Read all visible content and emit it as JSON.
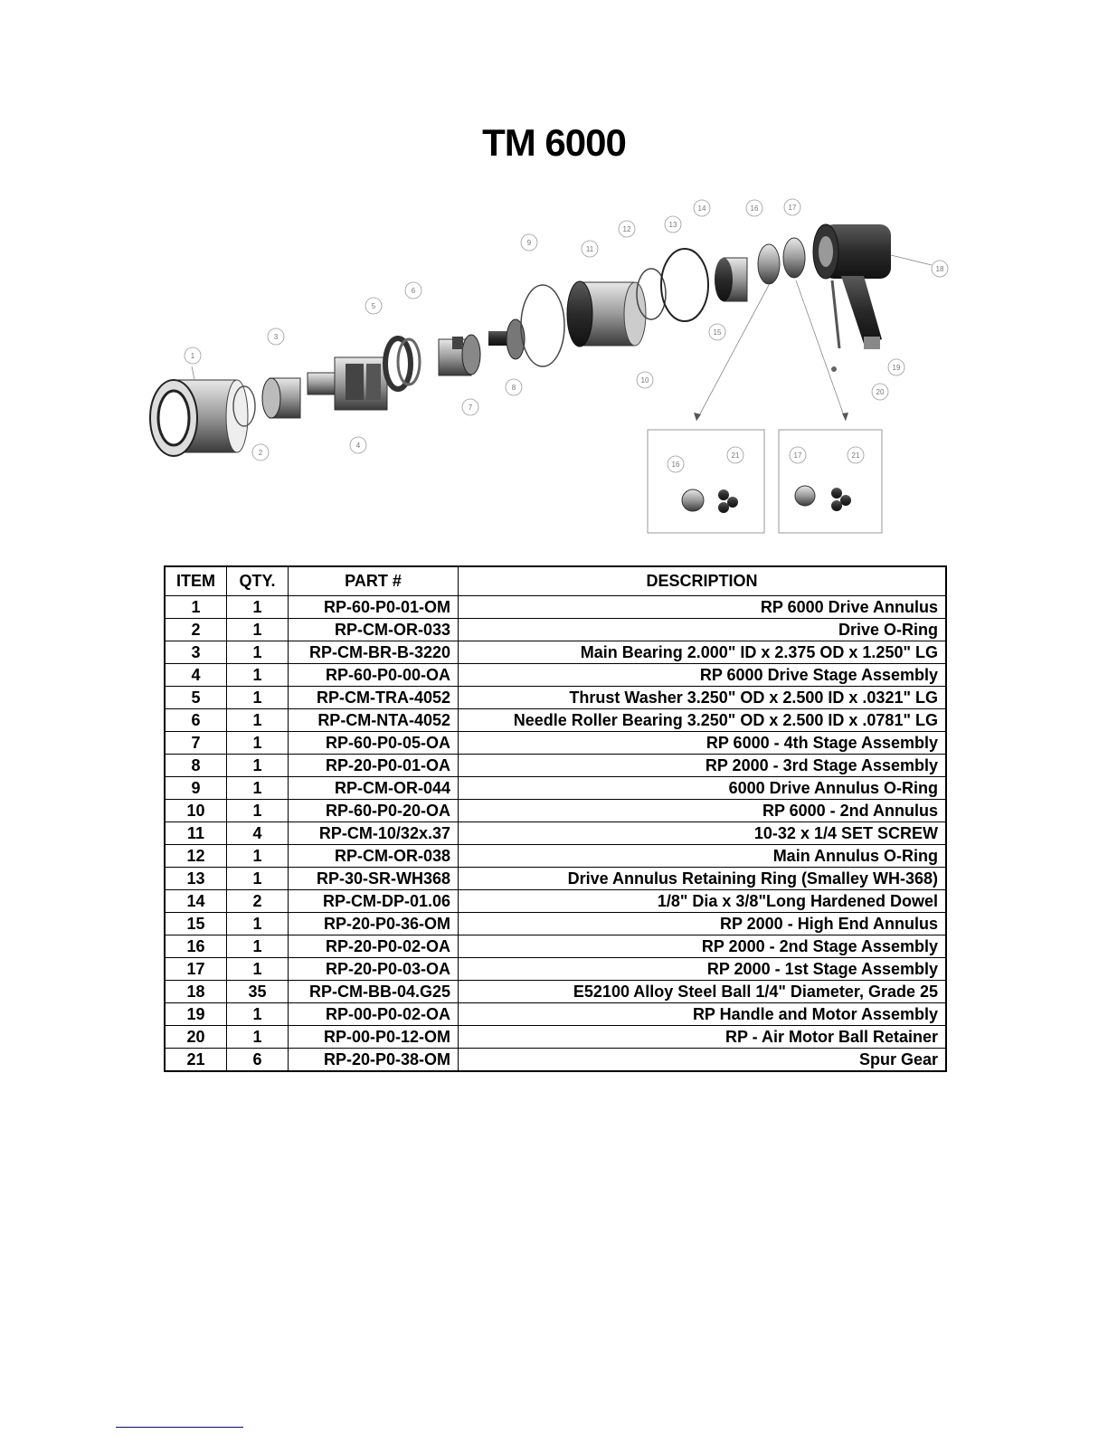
{
  "document": {
    "title": "TM 6000"
  },
  "diagram": {
    "callouts": [
      {
        "label": "1"
      },
      {
        "label": "2"
      },
      {
        "label": "3"
      },
      {
        "label": "4"
      },
      {
        "label": "5"
      },
      {
        "label": "6"
      },
      {
        "label": "7"
      },
      {
        "label": "8"
      },
      {
        "label": "9"
      },
      {
        "label": "10"
      },
      {
        "label": "11"
      },
      {
        "label": "12"
      },
      {
        "label": "13"
      },
      {
        "label": "14"
      },
      {
        "label": "15"
      },
      {
        "label": "16"
      },
      {
        "label": "17"
      },
      {
        "label": "18"
      },
      {
        "label": "19"
      },
      {
        "label": "20"
      },
      {
        "label": "16"
      },
      {
        "label": "21"
      },
      {
        "label": "17"
      },
      {
        "label": "21"
      }
    ]
  },
  "table": {
    "headers": {
      "item": "ITEM",
      "qty": "QTY.",
      "part": "PART #",
      "description": "DESCRIPTION"
    },
    "rows": [
      {
        "item": "1",
        "qty": "1",
        "part": "RP-60-P0-01-OM",
        "description": "RP 6000 Drive Annulus"
      },
      {
        "item": "2",
        "qty": "1",
        "part": "RP-CM-OR-033",
        "description": "Drive O-Ring"
      },
      {
        "item": "3",
        "qty": "1",
        "part": "RP-CM-BR-B-3220",
        "description": "Main Bearing 2.000\" ID x 2.375 OD x 1.250\" LG"
      },
      {
        "item": "4",
        "qty": "1",
        "part": "RP-60-P0-00-OA",
        "description": "RP 6000 Drive Stage Assembly"
      },
      {
        "item": "5",
        "qty": "1",
        "part": "RP-CM-TRA-4052",
        "description": "Thrust Washer 3.250\" OD x 2.500 ID x .0321\" LG"
      },
      {
        "item": "6",
        "qty": "1",
        "part": "RP-CM-NTA-4052",
        "description": "Needle Roller Bearing 3.250\" OD x 2.500 ID x .0781\" LG"
      },
      {
        "item": "7",
        "qty": "1",
        "part": "RP-60-P0-05-OA",
        "description": "RP 6000 - 4th Stage Assembly"
      },
      {
        "item": "8",
        "qty": "1",
        "part": "RP-20-P0-01-OA",
        "description": "RP 2000 -  3rd Stage Assembly"
      },
      {
        "item": "9",
        "qty": "1",
        "part": "RP-CM-OR-044",
        "description": "6000 Drive Annulus O-Ring"
      },
      {
        "item": "10",
        "qty": "1",
        "part": "RP-60-P0-20-OA",
        "description": "RP 6000 - 2nd Annulus"
      },
      {
        "item": "11",
        "qty": "4",
        "part": "RP-CM-10/32x.37",
        "description": "10-32 x 1/4 SET SCREW"
      },
      {
        "item": "12",
        "qty": "1",
        "part": "RP-CM-OR-038",
        "description": "Main Annulus O-Ring"
      },
      {
        "item": "13",
        "qty": "1",
        "part": "RP-30-SR-WH368",
        "description": "Drive Annulus Retaining Ring (Smalley WH-368)"
      },
      {
        "item": "14",
        "qty": "2",
        "part": "RP-CM-DP-01.06",
        "description": "1/8\" Dia x 3/8\"Long Hardened Dowel"
      },
      {
        "item": "15",
        "qty": "1",
        "part": "RP-20-P0-36-OM",
        "description": "RP 2000 - High End Annulus"
      },
      {
        "item": "16",
        "qty": "1",
        "part": "RP-20-P0-02-OA",
        "description": "RP 2000 -  2nd Stage Assembly"
      },
      {
        "item": "17",
        "qty": "1",
        "part": "RP-20-P0-03-OA",
        "description": "RP 2000 -  1st Stage Assembly"
      },
      {
        "item": "18",
        "qty": "35",
        "part": "RP-CM-BB-04.G25",
        "description": "E52100 Alloy Steel Ball 1/4\" Diameter, Grade 25"
      },
      {
        "item": "19",
        "qty": "1",
        "part": "RP-00-P0-02-OA",
        "description": "RP Handle and Motor Assembly"
      },
      {
        "item": "20",
        "qty": "1",
        "part": "RP-00-P0-12-OM",
        "description": "RP - Air Motor Ball Retainer"
      },
      {
        "item": "21",
        "qty": "6",
        "part": "RP-20-P0-38-OM",
        "description": "Spur Gear"
      }
    ]
  }
}
